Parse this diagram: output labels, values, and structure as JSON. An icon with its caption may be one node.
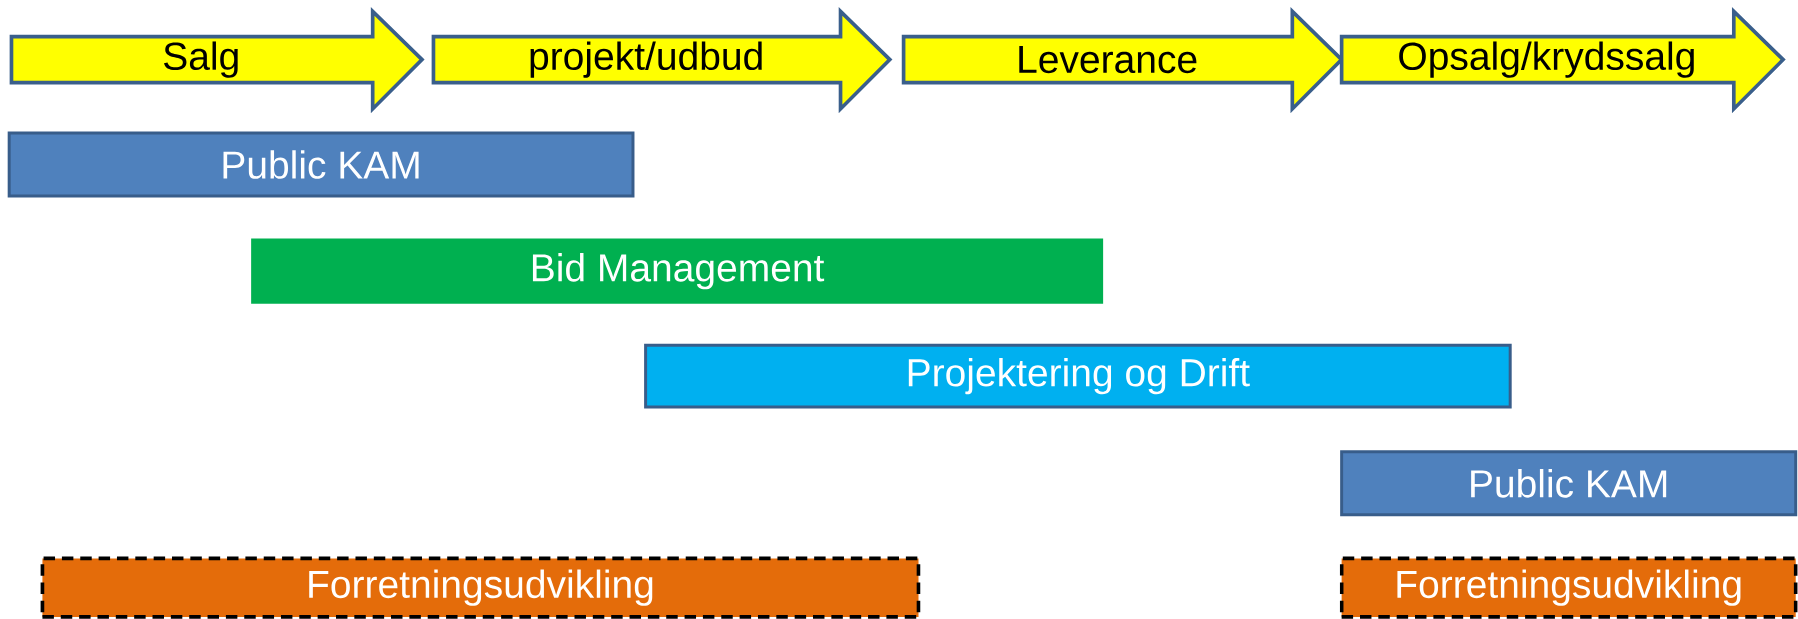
{
  "diagram": {
    "nodes": [
      {
        "text": [
          "Salg"
        ]
      },
      {
        "text": [
          "projekt/udbud"
        ]
      },
      {
        "text": [
          "Leverance"
        ]
      },
      {
        "text": [
          "Opsalg/krydssalg"
        ]
      },
      {
        "text": [
          "Public KAM"
        ]
      },
      {
        "text": [
          "Bid Management"
        ]
      },
      {
        "text": [
          "Projektering og Drift"
        ]
      },
      {
        "text": [
          "Public KAM"
        ]
      },
      {
        "text": [
          "Forretningsudvikling"
        ]
      },
      {
        "text": [
          "Forretningsudvikling"
        ]
      }
    ]
  }
}
